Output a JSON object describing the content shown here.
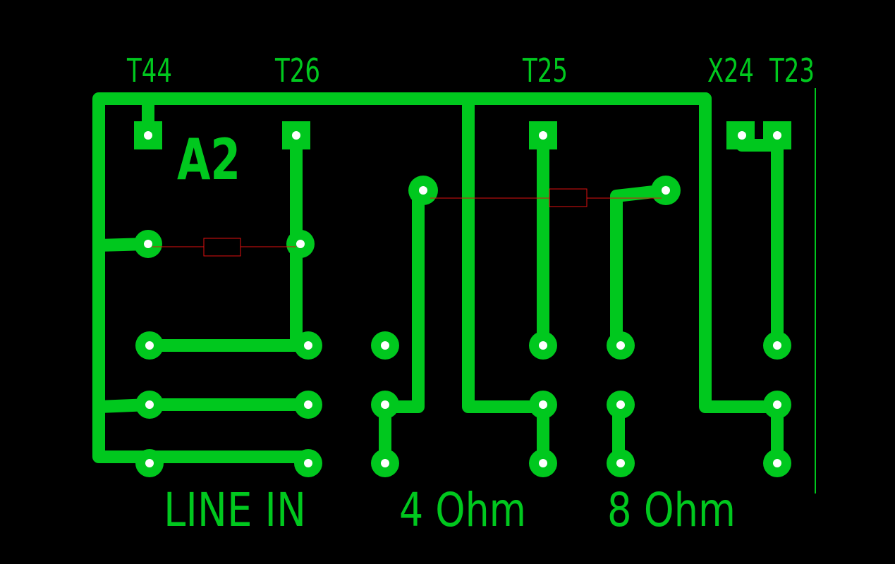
{
  "colors": {
    "background": "#000000",
    "copper": "#00c81e",
    "component_outline": "#e01010",
    "board_edge": "#00c81e"
  },
  "labels": {
    "t44": "T44",
    "t26": "T26",
    "t25": "T25",
    "x24": "X24",
    "t23": "T23",
    "board_id": "A2",
    "line_in": "LINE IN",
    "ohm4": "4 Ohm",
    "ohm8": "8 Ohm"
  }
}
